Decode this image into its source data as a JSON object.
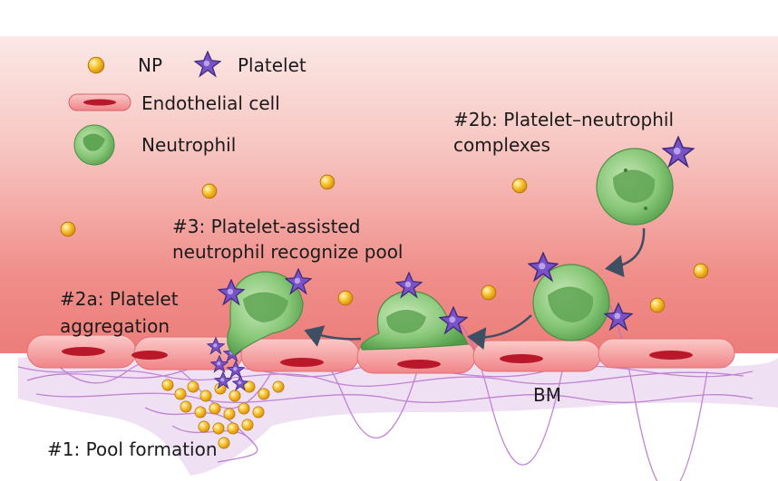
{
  "legend": {
    "np": "NP",
    "platelet": "Platelet",
    "endothelial": "Endothelial cell",
    "neutrophil": "Neutrophil"
  },
  "labels": {
    "step2b_line1": "#2b: Platelet–neutrophil",
    "step2b_line2": "complexes",
    "step3_line1": "#3: Platelet-assisted",
    "step3_line2": "neutrophil recognize pool",
    "step2a_line1": "#2a: Platelet",
    "step2a_line2": "aggregation",
    "bm": "BM",
    "step1": "#1: Pool formation"
  },
  "colors": {
    "np": "#f2b51c",
    "platelet": "#7c4fc4",
    "neutrophil": "#7cc170",
    "endothelial": "#f07d83",
    "bm": "#b673c9",
    "background": "#f3a4a0"
  }
}
